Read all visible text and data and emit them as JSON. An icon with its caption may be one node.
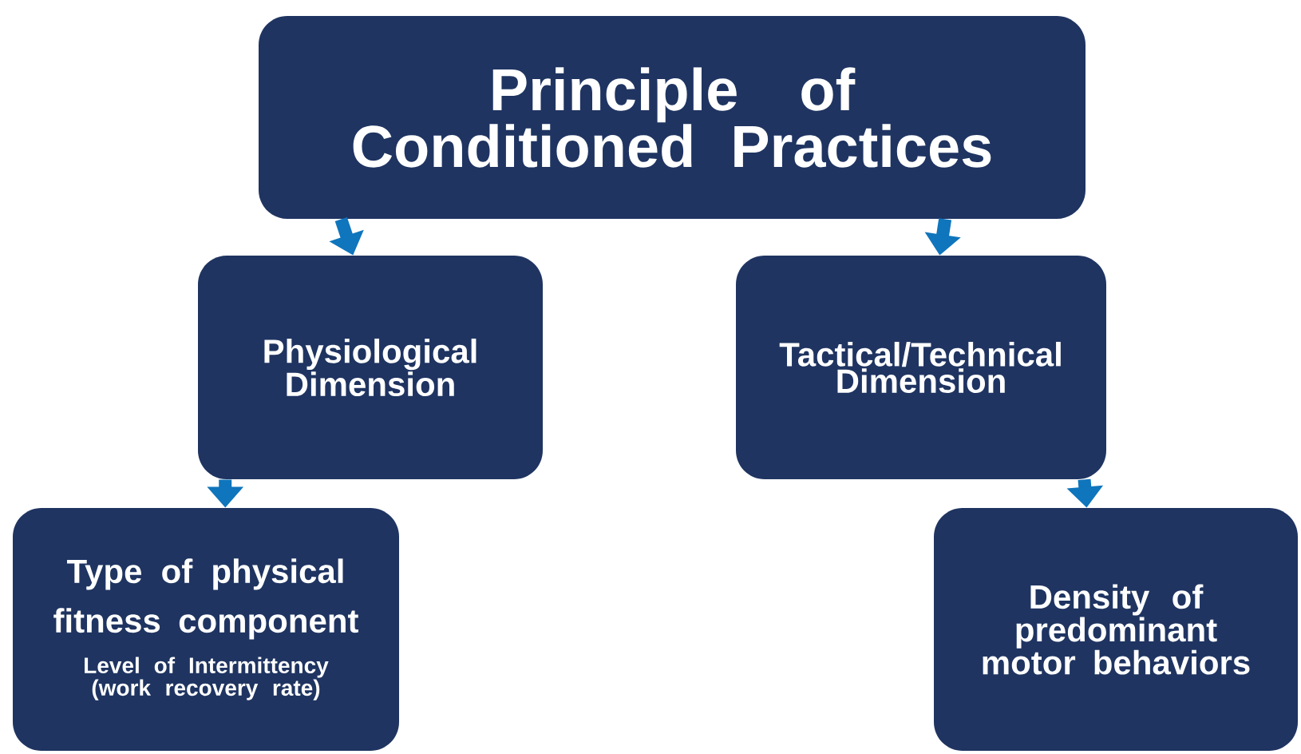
{
  "diagram": {
    "nodes": [
      {
        "text": [
          "Principle of Conditioned Practices"
        ]
      },
      {
        "text": [
          "Physiological Dimension"
        ]
      },
      {
        "text": [
          "Tactical/Technical Dimension"
        ]
      },
      {
        "text": [
          "Type of physical fitness component",
          "Level of Intermittency (work recovery rate)"
        ]
      },
      {
        "text": [
          "Density of predominant motor behaviors"
        ]
      }
    ],
    "edges": [
      {
        "from": 0,
        "to": 1,
        "arrow": "to"
      },
      {
        "from": 0,
        "to": 2,
        "arrow": "to"
      },
      {
        "from": 1,
        "to": 3,
        "arrow": "to"
      },
      {
        "from": 2,
        "to": 4,
        "arrow": "to"
      }
    ]
  }
}
